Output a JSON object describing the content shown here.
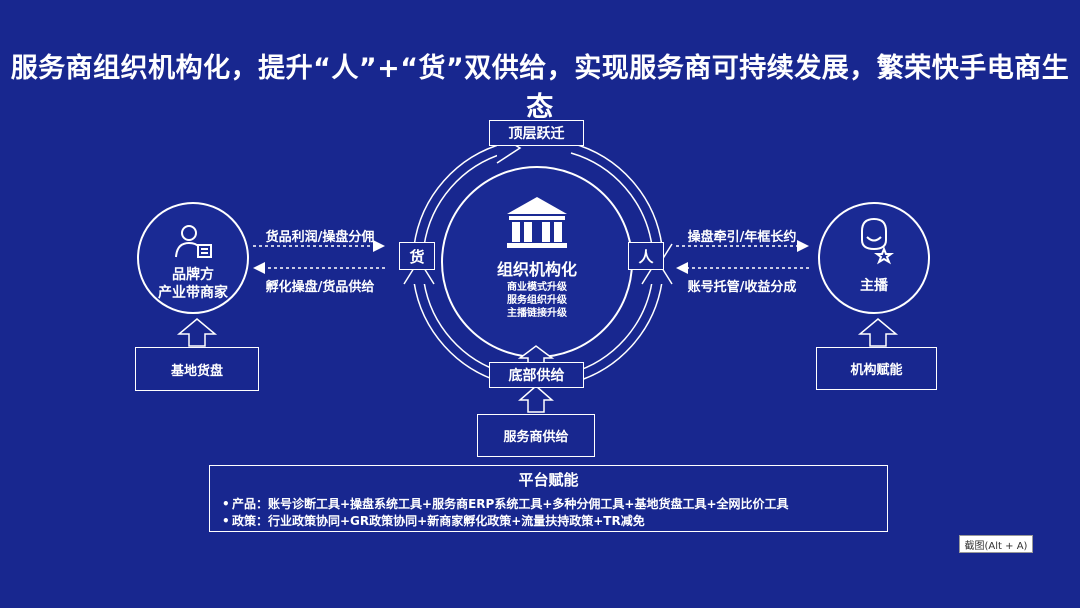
{
  "title": "服务商组织机构化，提升“人”+“货”双供给，实现服务商可持续发展，繁荣快手电商生态",
  "top_label": "顶层跃迁",
  "bottom_label": "底部供给",
  "center": {
    "title": "组织机构化",
    "lines": [
      "商业模式升级",
      "服务组织升级",
      "主播链接升级"
    ]
  },
  "left_tag": "货",
  "right_tag": "人",
  "left_node": {
    "line1": "品牌方",
    "line2": "产业带商家"
  },
  "right_node": {
    "line1": "主播"
  },
  "left_arrows": {
    "top": "货品利润/操盘分佣",
    "bottom": "孵化操盘/货品供给"
  },
  "right_arrows": {
    "top": "操盘牵引/年框长约",
    "bottom": "账号托管/收益分成"
  },
  "bottom_boxes": {
    "left": "基地货盘",
    "center": "服务商供给",
    "right": "机构赋能"
  },
  "platform": {
    "title": "平台赋能",
    "items": [
      "产品：账号诊断工具+操盘系统工具+服务商ERP系统工具+多种分佣工具+基地货盘工具+全网比价工具",
      "政策：行业政策协同+GR政策协同+新商家孵化政策+流量扶持政策+TR减免"
    ]
  },
  "screenshot_button": "截图(Alt + A)",
  "colors": {
    "background": "#18278f",
    "circle_fill": "#1a2a94",
    "stroke": "#ffffff"
  }
}
